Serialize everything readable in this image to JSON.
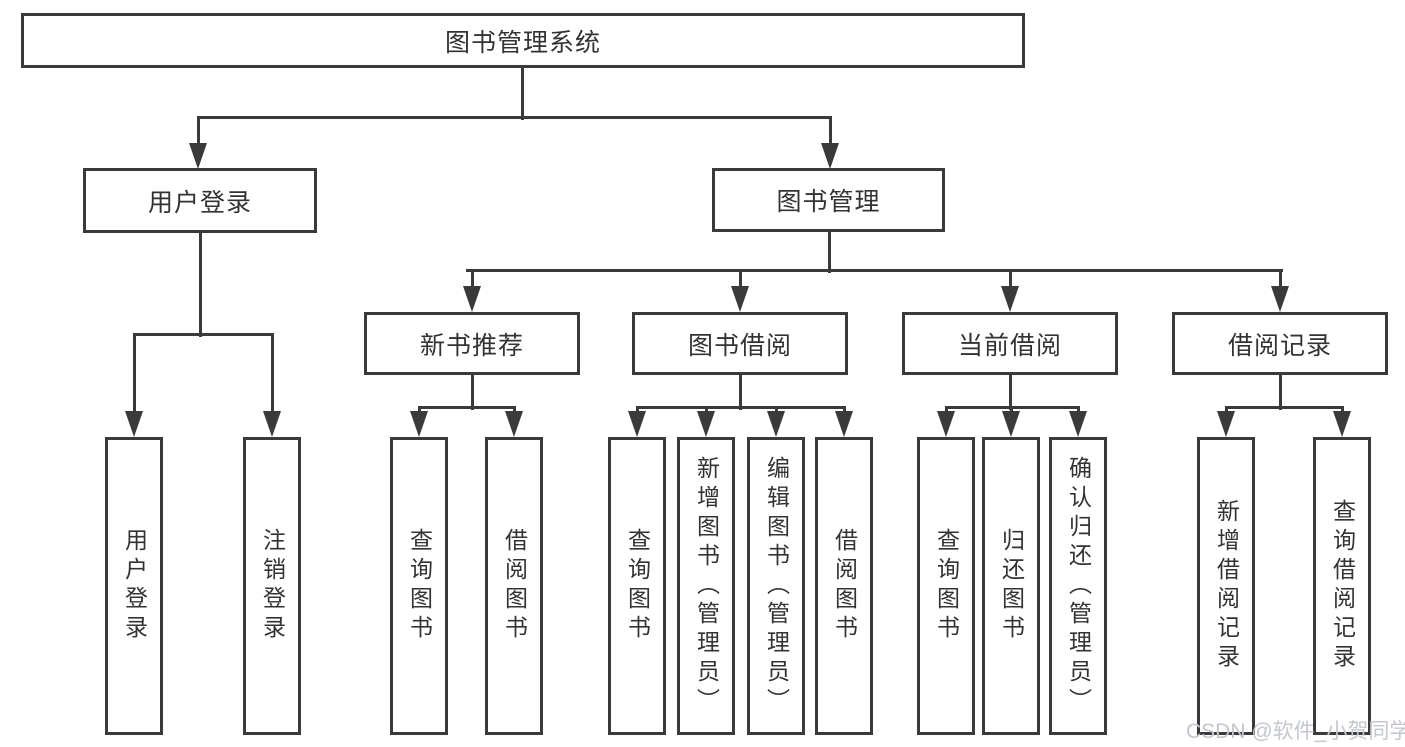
{
  "diagram": {
    "root": {
      "label": "图书管理系统"
    },
    "level2": [
      {
        "id": "user-login",
        "label": "用户登录"
      },
      {
        "id": "book-management",
        "label": "图书管理"
      }
    ],
    "level3": [
      {
        "id": "new-book-recommend",
        "label": "新书推荐"
      },
      {
        "id": "book-borrow",
        "label": "图书借阅"
      },
      {
        "id": "current-borrow",
        "label": "当前借阅"
      },
      {
        "id": "borrow-records",
        "label": "借阅记录"
      }
    ],
    "leaves": {
      "login": [
        "用户登录",
        "注销登录"
      ],
      "recommend": [
        "查询图书",
        "借阅图书"
      ],
      "borrow": [
        "查询图书",
        "新增图书（管理员）",
        "编辑图书（管理员）",
        "借阅图书"
      ],
      "current": [
        "查询图书",
        "归还图书",
        "确认归还（管理员）"
      ],
      "records": [
        "新增借阅记录",
        "查询借阅记录"
      ]
    }
  },
  "colors": {
    "line": "#3a3a3a",
    "border": "#3a3a3a",
    "text": "#333333",
    "watermark": "#c3c7cd",
    "background": "#ffffff"
  },
  "watermark": {
    "text": "CSDN @软件_小贺同学"
  }
}
